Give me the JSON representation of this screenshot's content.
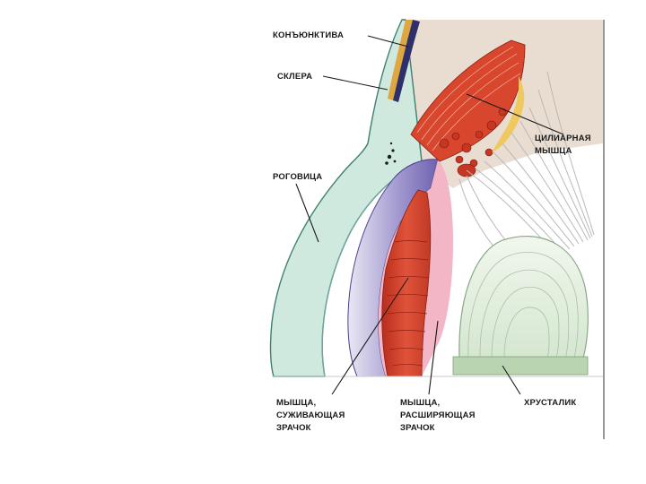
{
  "labels": {
    "conjunctiva": "КОНЪЮНКТИВА",
    "sclera": "СКЛЕРА",
    "ciliary_line1": "ЦИЛИАРНАЯ",
    "ciliary_line2": "МЫШЦА",
    "cornea": "РОГОВИЦА",
    "sphincter_line1": "МЫШЦА,",
    "sphincter_line2": "СУЖИВАЮЩАЯ",
    "sphincter_line3": "ЗРАЧОК",
    "dilator_line1": "МЫШЦА,",
    "dilator_line2": "РАСШИРЯЮЩАЯ",
    "dilator_line3": "ЗРАЧОК",
    "lens": "ХРУСТАЛИК"
  },
  "colors": {
    "sclera": "#e8ddd0",
    "cornea": "#cfe9de",
    "iris_purple": "#8f86c4",
    "ciliary_red": "#d8462e",
    "pink_tissue": "#f2b6c6",
    "lens": "#e4efe0",
    "zonule": "#c9c9c9"
  }
}
